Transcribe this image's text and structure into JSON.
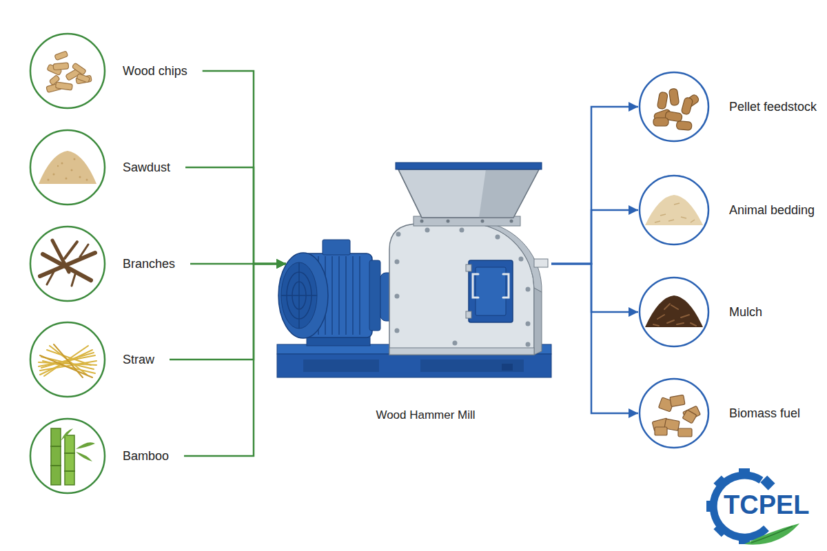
{
  "diagram": {
    "nodes": [
      {
        "text": [
          "Wood chips"
        ]
      },
      {
        "text": [
          "Sawdust"
        ]
      },
      {
        "text": [
          "Branches"
        ]
      },
      {
        "text": [
          "Straw"
        ]
      },
      {
        "text": [
          "Bamboo"
        ]
      },
      {
        "text": [
          "Wood Hammer Mill"
        ]
      },
      {
        "text": [
          "Pellet feedstock"
        ]
      },
      {
        "text": [
          "Animal bedding"
        ]
      },
      {
        "text": [
          "Mulch"
        ]
      },
      {
        "text": [
          "Biomass fuel"
        ]
      }
    ],
    "edges": [
      {
        "from": 0,
        "to": 5,
        "arrow": "to"
      },
      {
        "from": 1,
        "to": 5,
        "arrow": "to"
      },
      {
        "from": 2,
        "to": 5,
        "arrow": "to"
      },
      {
        "from": 3,
        "to": 5,
        "arrow": "to"
      },
      {
        "from": 4,
        "to": 5,
        "arrow": "to"
      },
      {
        "from": 5,
        "to": 6,
        "arrow": "to"
      },
      {
        "from": 5,
        "to": 7,
        "arrow": "to"
      },
      {
        "from": 5,
        "to": 8,
        "arrow": "to"
      },
      {
        "from": 5,
        "to": 9,
        "arrow": "to"
      }
    ],
    "labels": [
      "TCPEL"
    ]
  }
}
